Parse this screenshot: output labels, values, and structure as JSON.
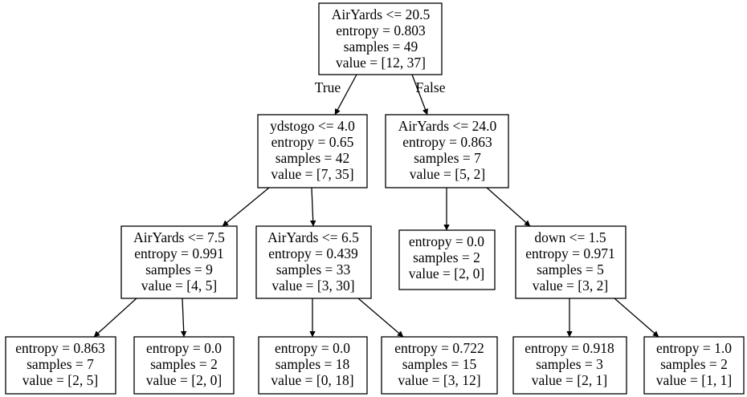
{
  "tree": {
    "nodes": {
      "n0": [
        "AirYards <= 20.5",
        "entropy = 0.803",
        "samples = 49",
        "value = [12, 37]"
      ],
      "n1": [
        "ydstogo <= 4.0",
        "entropy = 0.65",
        "samples = 42",
        "value = [7, 35]"
      ],
      "n2": [
        "AirYards <= 24.0",
        "entropy = 0.863",
        "samples = 7",
        "value = [5, 2]"
      ],
      "n3": [
        "AirYards <= 7.5",
        "entropy = 0.991",
        "samples = 9",
        "value = [4, 5]"
      ],
      "n4": [
        "AirYards <= 6.5",
        "entropy = 0.439",
        "samples = 33",
        "value = [3, 30]"
      ],
      "n5": [
        "entropy = 0.0",
        "samples = 2",
        "value = [2, 0]"
      ],
      "n6": [
        "down <= 1.5",
        "entropy = 0.971",
        "samples = 5",
        "value = [3, 2]"
      ],
      "n7": [
        "entropy = 0.863",
        "samples = 7",
        "value = [2, 5]"
      ],
      "n8": [
        "entropy = 0.0",
        "samples = 2",
        "value = [2, 0]"
      ],
      "n9": [
        "entropy = 0.0",
        "samples = 18",
        "value = [0, 18]"
      ],
      "n10": [
        "entropy = 0.722",
        "samples = 15",
        "value = [3, 12]"
      ],
      "n11": [
        "entropy = 0.918",
        "samples = 3",
        "value = [2, 1]"
      ],
      "n12": [
        "entropy = 1.0",
        "samples = 2",
        "value = [1, 1]"
      ]
    },
    "edge_labels": {
      "true": "True",
      "false": "False"
    }
  }
}
